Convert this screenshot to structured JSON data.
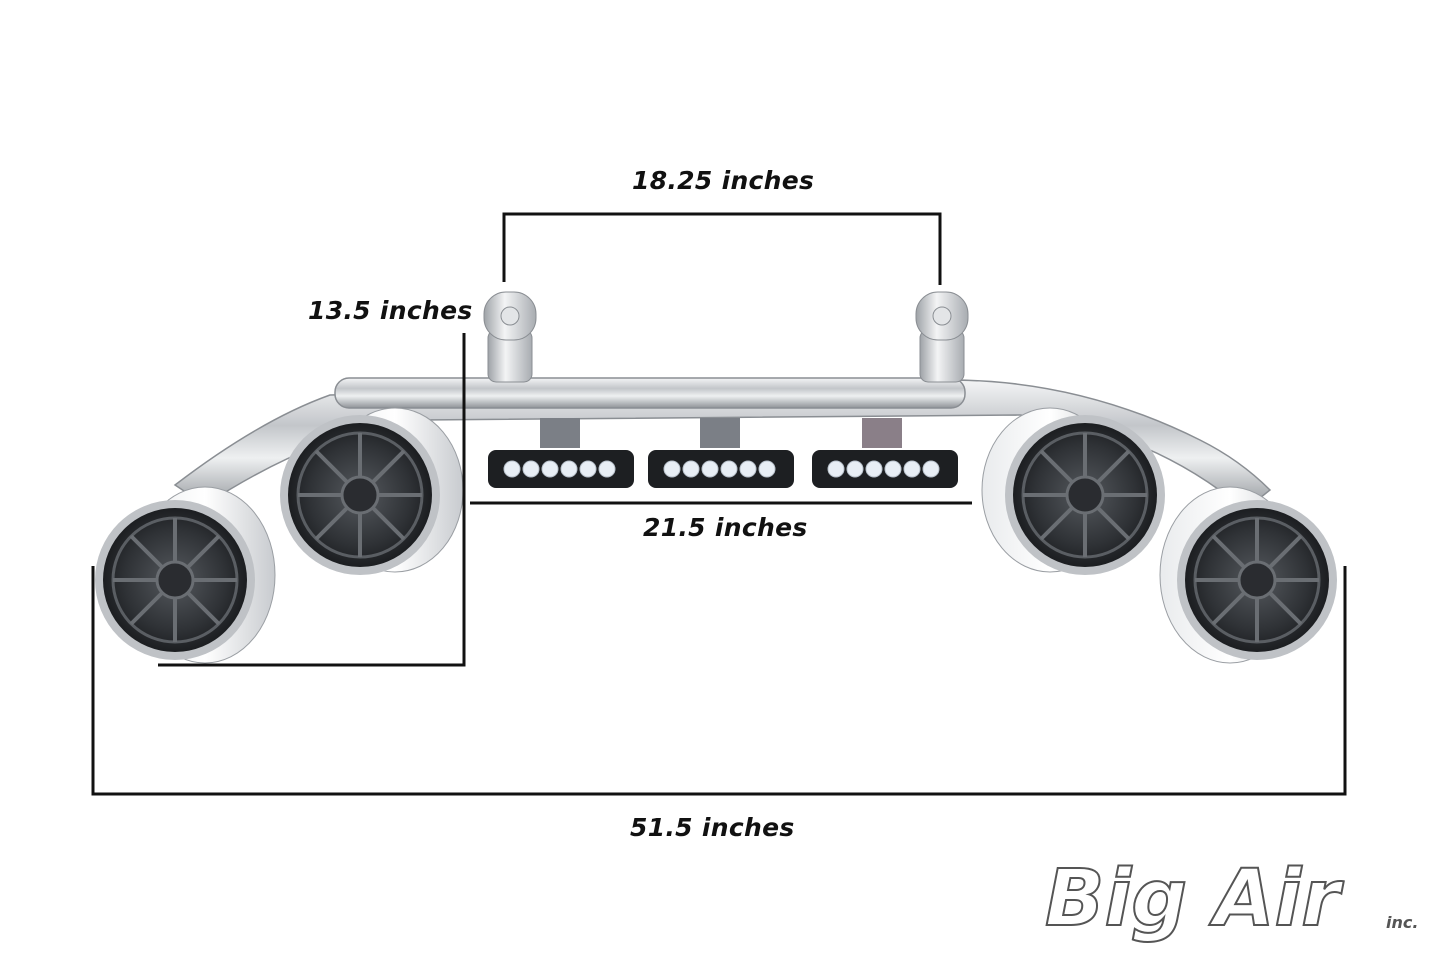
{
  "dimensions": {
    "top_width": "18.25 inches",
    "height": "13.5 inches",
    "light_span": "21.5 inches",
    "overall_width": "51.5 inches"
  },
  "logo": {
    "brand": "Big Air",
    "suffix": "inc."
  },
  "colors": {
    "dimension_lines": "#111111",
    "chrome": "#c9ccd0",
    "speaker_grille": "#3a3d42",
    "logo_gray": "#6b6b6b"
  }
}
